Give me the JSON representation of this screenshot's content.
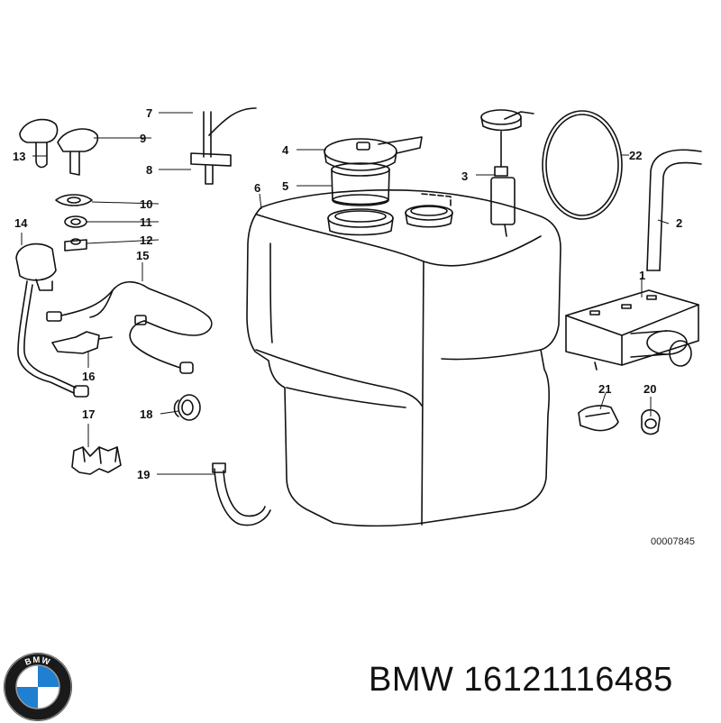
{
  "diagram": {
    "reference_code": "00007845",
    "callouts": [
      "1",
      "2",
      "3",
      "4",
      "5",
      "6",
      "7",
      "8",
      "9",
      "10",
      "11",
      "12",
      "13",
      "14",
      "15",
      "16",
      "17",
      "18",
      "19",
      "20",
      "21",
      "22"
    ]
  },
  "brand": {
    "logo_text": "BMW",
    "colors": {
      "blue": "#1f7fd0",
      "dark": "#1a1a1a",
      "light_ring": "#9a9a9a"
    }
  },
  "caption": {
    "part_number_line": "BMW 16121116485"
  }
}
